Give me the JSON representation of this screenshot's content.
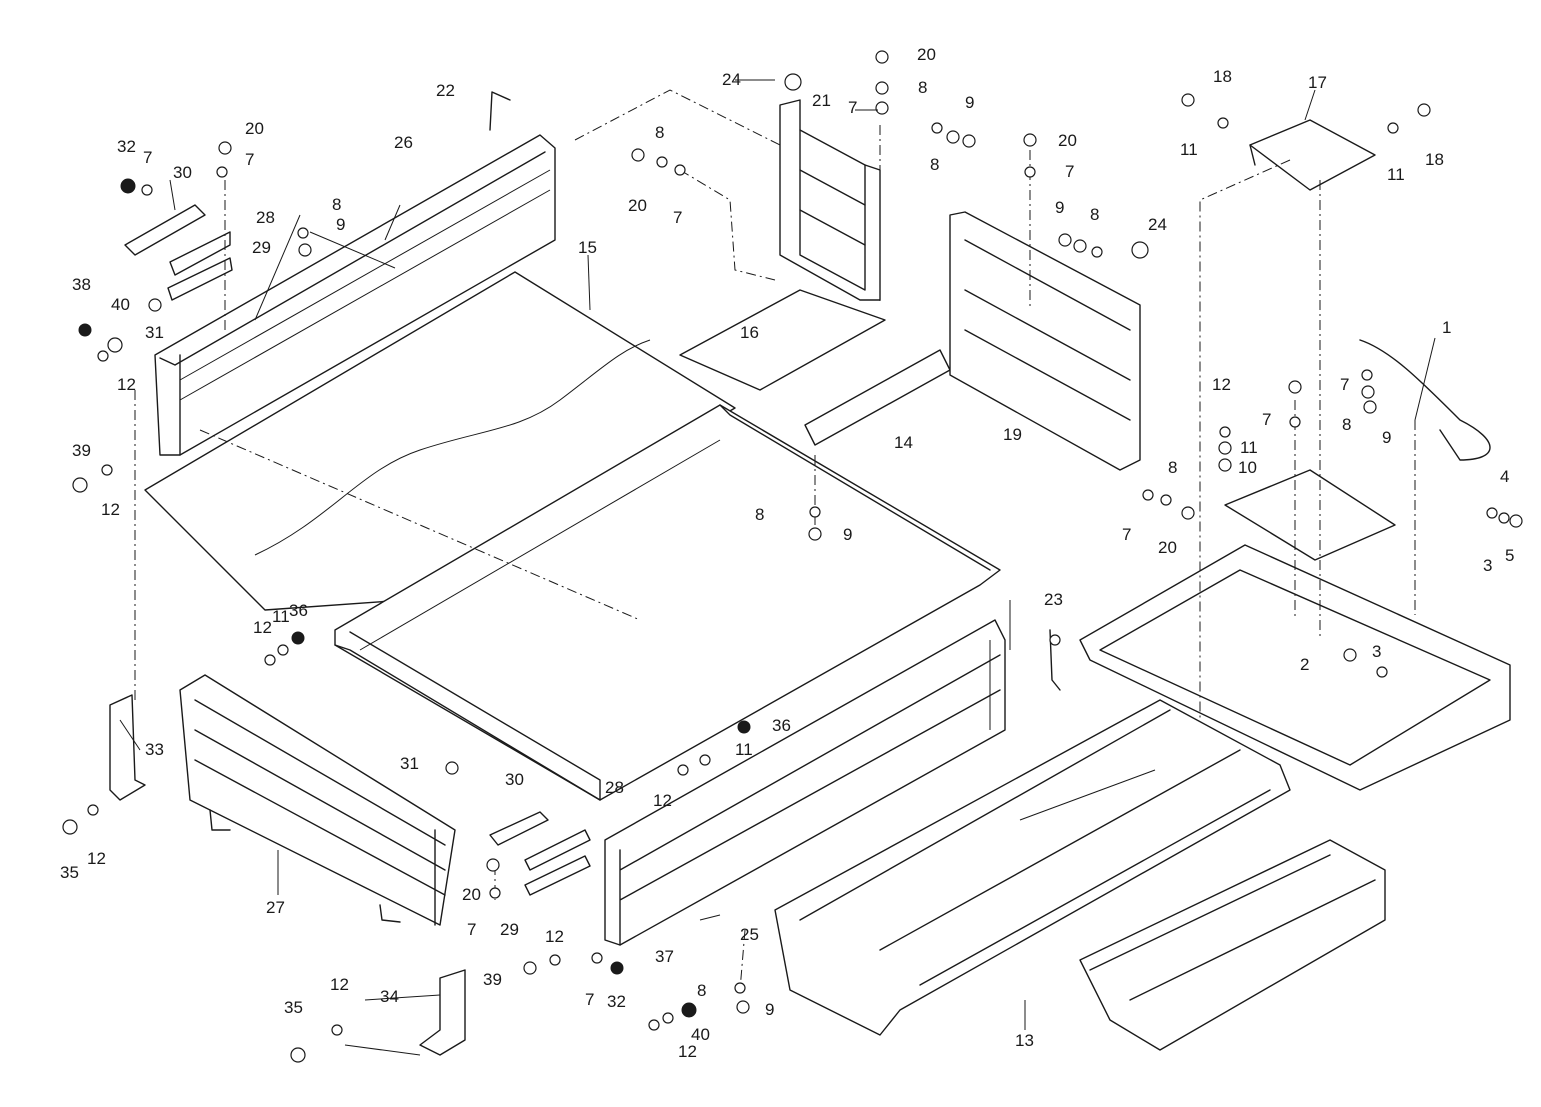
{
  "diagram": {
    "type": "exploded-parts-view",
    "callouts": [
      "1",
      "2",
      "3",
      "4",
      "5",
      "7",
      "8",
      "9",
      "10",
      "11",
      "12",
      "13",
      "14",
      "15",
      "16",
      "17",
      "18",
      "19",
      "20",
      "21",
      "22",
      "23",
      "24",
      "25",
      "26",
      "27",
      "28",
      "29",
      "30",
      "31",
      "32",
      "33",
      "34",
      "35",
      "36",
      "37",
      "38",
      "39",
      "40"
    ]
  }
}
